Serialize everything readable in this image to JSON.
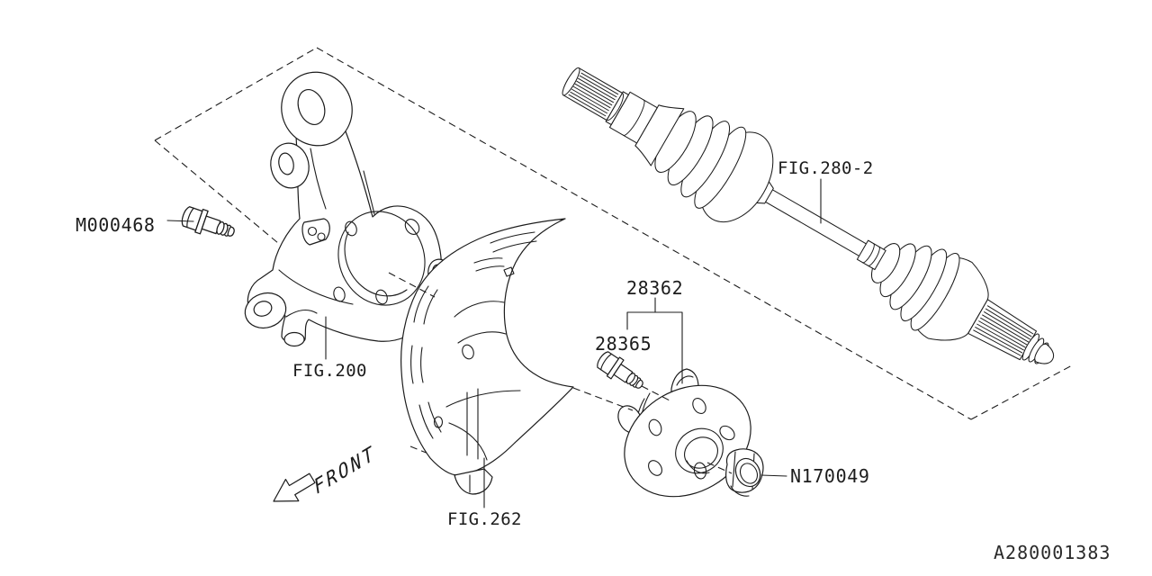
{
  "diagram": {
    "description": "Front axle steering knuckle, dust shield, hub bearing and CV axle exploded parts diagram",
    "labels": {
      "m000468": "M000468",
      "fig200": "FIG.200",
      "fig280_2": "FIG.280-2",
      "fig262": "FIG.262",
      "p28362": "28362",
      "p28365": "28365",
      "n170049": "N170049",
      "front": "FRONT",
      "drawing_number": "A280001383"
    },
    "colors": {
      "line": "#1c1c1c",
      "background": "#ffffff"
    }
  }
}
